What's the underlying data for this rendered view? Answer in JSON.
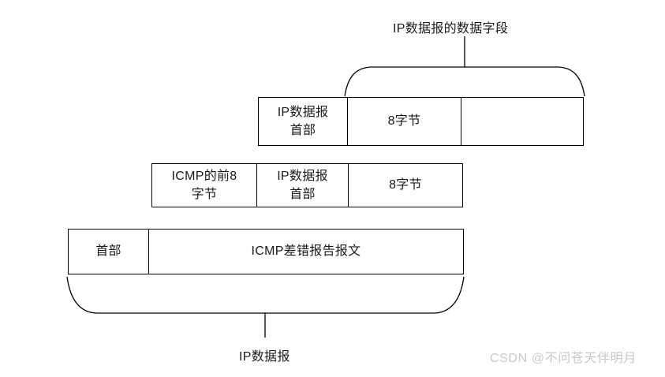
{
  "diagram": {
    "title_top": "IP数据报的数据字段",
    "title_bottom": "IP数据报",
    "rows": [
      {
        "name": "inner-ip-datagram",
        "cells": [
          {
            "label": "IP数据报\n首部"
          },
          {
            "label": "8字节"
          },
          {
            "label": ""
          }
        ]
      },
      {
        "name": "icmp-error-message",
        "cells": [
          {
            "label": "ICMP的前8\n字节"
          },
          {
            "label": "IP数据报\n首部"
          },
          {
            "label": "8字节"
          }
        ]
      },
      {
        "name": "outer-ip-datagram",
        "cells": [
          {
            "label": "首部"
          },
          {
            "label": "ICMP差错报告报文"
          }
        ]
      }
    ],
    "braces": [
      {
        "name": "top-brace",
        "orientation": "up",
        "label": "IP数据报的数据字段"
      },
      {
        "name": "bottom-brace",
        "orientation": "down",
        "label": "IP数据报"
      }
    ],
    "stroke_color": "#000000",
    "background_color": "#ffffff"
  },
  "watermark": {
    "text": "CSDN @不问苍天伴明月",
    "color": "#c8c8c8"
  }
}
